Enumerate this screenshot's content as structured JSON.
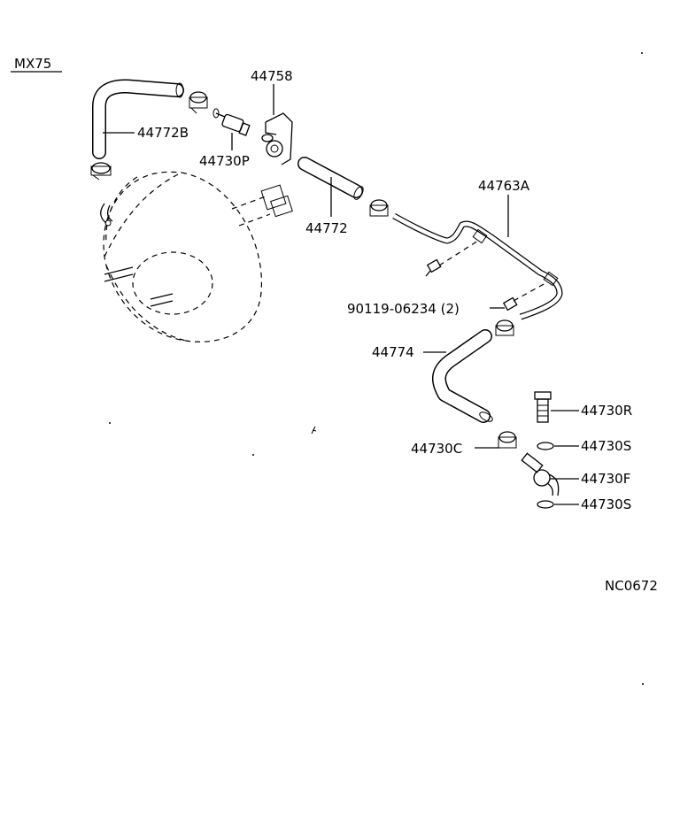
{
  "model": "MX75",
  "diagram_code": "NC0672",
  "parts": {
    "p44758": "44758",
    "p44772b": "44772B",
    "p44730p": "44730P",
    "p44772": "44772",
    "p44763a": "44763A",
    "p90119": "90119-06234 (2)",
    "p44774": "44774",
    "p44730r": "44730R",
    "p44730s_1": "44730S",
    "p44730c": "44730C",
    "p44730f": "44730F",
    "p44730s_2": "44730S"
  }
}
